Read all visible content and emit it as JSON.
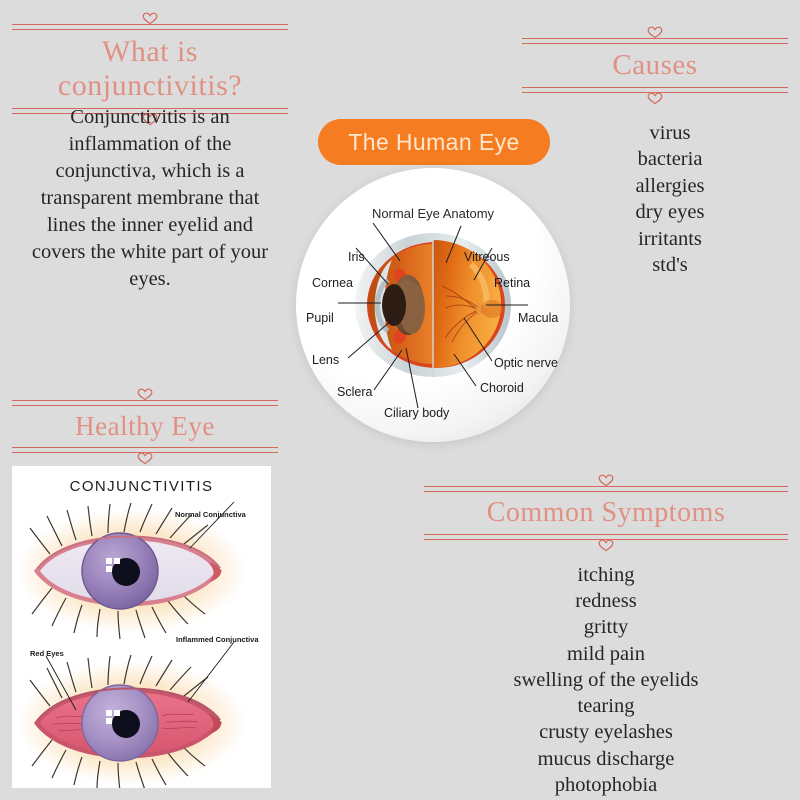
{
  "theme": {
    "background": "#dcdcdc",
    "rule_color": "#d4685c",
    "heading_color": "#e09184",
    "body_color": "#262626",
    "badge_color": "#f57c20",
    "badge_text_color": "#fde7cf"
  },
  "sections": {
    "what_is": {
      "title_line1": "What is",
      "title_line2": "conjunctivitis?",
      "paragraph": "Conjunctivitis is an inflammation of the conjunctiva, which is a transparent membrane that lines the inner eyelid and covers the white part of your eyes."
    },
    "causes": {
      "title": "Causes",
      "items": [
        "virus",
        "bacteria",
        "allergies",
        "dry eyes",
        "irritants",
        "std's"
      ]
    },
    "healthy_eye": {
      "title": "Healthy Eye"
    },
    "common_symptoms": {
      "title": "Common Symptoms",
      "items": [
        "itching",
        "redness",
        "gritty",
        "mild pain",
        "swelling of the eyelids",
        "tearing",
        "crusty eyelashes",
        "mucus discharge",
        "photophobia"
      ]
    }
  },
  "human_eye": {
    "badge_label": "The Human Eye",
    "diagram_title": "Normal Eye Anatomy",
    "labels": {
      "iris": "Iris",
      "vitreous": "Vitreous",
      "cornea": "Cornea",
      "retina": "Retina",
      "pupil": "Pupil",
      "macula": "Macula",
      "lens": "Lens",
      "optic_nerve": "Optic nerve",
      "sclera": "Sclera",
      "choroid": "Choroid",
      "ciliary_body": "Ciliary body"
    }
  },
  "conjunctivitis_figure": {
    "title": "CONJUNCTIVITIS",
    "labels": {
      "normal_conjunctiva": "Normal Conjunctiva",
      "red_eyes": "Red Eyes",
      "inflammed_conjunctiva": "Inflammed Conjunctiva"
    }
  },
  "icons": {
    "ornament": "heart-ornament"
  }
}
